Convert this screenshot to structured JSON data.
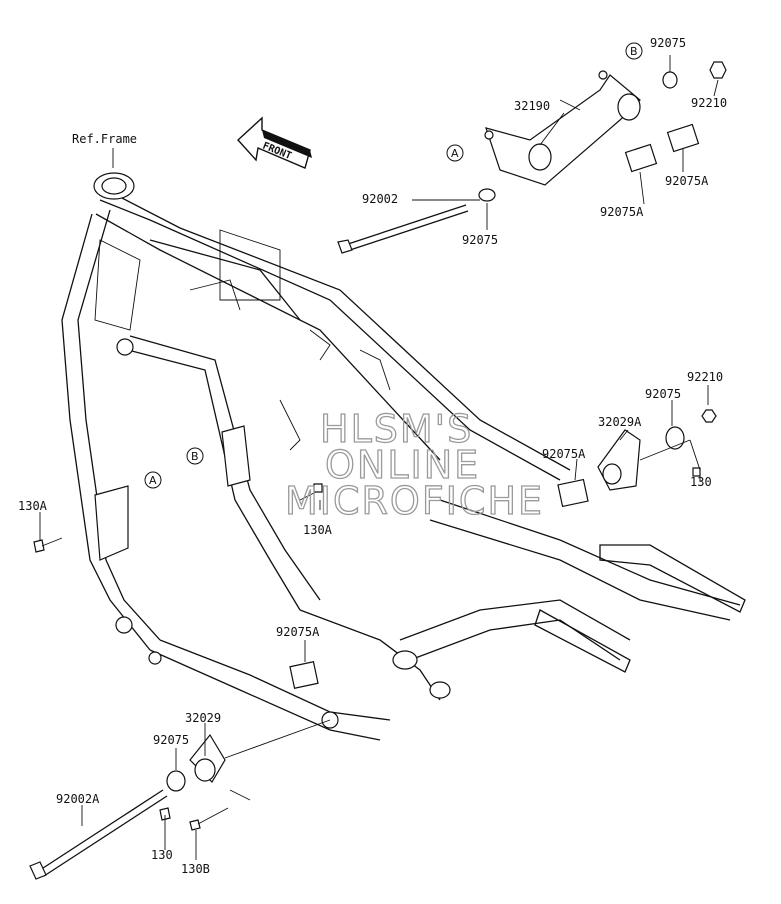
{
  "reference_label": "Ref.Frame",
  "front_arrow": {
    "text": "FRONT"
  },
  "watermark": [
    "HLSM'S",
    "ONLINE",
    "MICROFICHE"
  ],
  "callouts": [
    {
      "id": "b-top",
      "text": "B"
    },
    {
      "id": "a-top",
      "text": "A"
    },
    {
      "id": "b-frame",
      "text": "B"
    },
    {
      "id": "a-frame",
      "text": "A"
    }
  ],
  "part_labels": [
    {
      "id": "p-92075-1",
      "text": "92075"
    },
    {
      "id": "p-92210-1",
      "text": "92210"
    },
    {
      "id": "p-32190",
      "text": "32190"
    },
    {
      "id": "p-92002",
      "text": "92002"
    },
    {
      "id": "p-92075-2",
      "text": "92075"
    },
    {
      "id": "p-92075A-1",
      "text": "92075A"
    },
    {
      "id": "p-92075A-2",
      "text": "92075A"
    },
    {
      "id": "p-92210-2",
      "text": "92210"
    },
    {
      "id": "p-92075-3",
      "text": "92075"
    },
    {
      "id": "p-32029A",
      "text": "32029A"
    },
    {
      "id": "p-92075A-3",
      "text": "92075A"
    },
    {
      "id": "p-130-1",
      "text": "130"
    },
    {
      "id": "p-130A-1",
      "text": "130A"
    },
    {
      "id": "p-130A-2",
      "text": "130A"
    },
    {
      "id": "p-92075A-4",
      "text": "92075A"
    },
    {
      "id": "p-32029",
      "text": "32029"
    },
    {
      "id": "p-92075-4",
      "text": "92075"
    },
    {
      "id": "p-92002A",
      "text": "92002A"
    },
    {
      "id": "p-130-2",
      "text": "130"
    },
    {
      "id": "p-130B",
      "text": "130B"
    }
  ]
}
